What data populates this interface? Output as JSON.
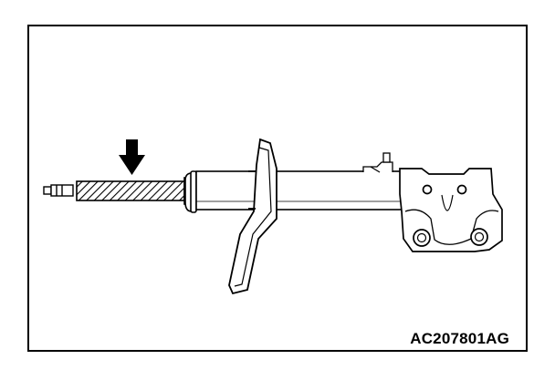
{
  "figure": {
    "reference_code": "AC207801AG",
    "subject": "strut-assembly",
    "highlighted_part": "piston-rod",
    "indicator": "arrow-down-icon",
    "colors": {
      "line": "#000000",
      "background": "#ffffff"
    }
  }
}
